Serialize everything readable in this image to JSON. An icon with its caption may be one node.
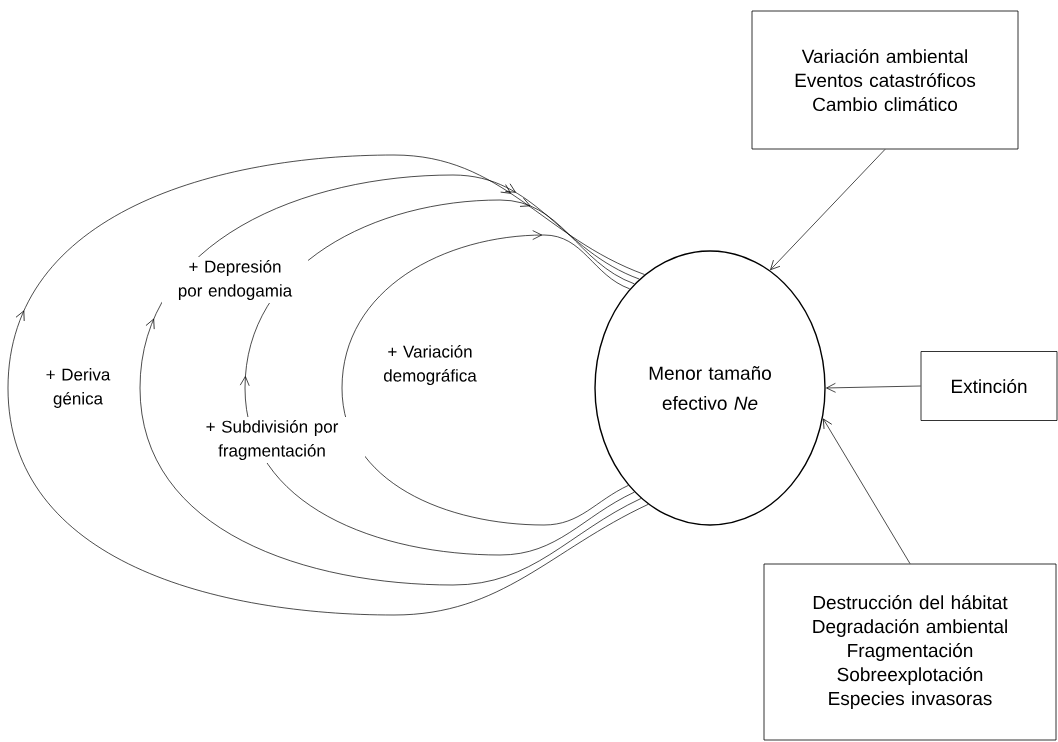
{
  "diagram": {
    "nodes": [
      {
        "text": [
          "Variación ambiental",
          "Eventos catastróficos",
          "Cambio climático"
        ]
      },
      {
        "text": [
          "Menor tamaño efectivo *Ne*"
        ]
      },
      {
        "text": [
          "Extinción"
        ]
      },
      {
        "text": [
          "Destrucción del hábitat",
          "Degradación ambiental",
          "Fragmentación",
          "Sobreexplotación",
          "Especies invasoras"
        ]
      }
    ],
    "edges": [
      {
        "from": 0,
        "to": 1,
        "arrow": "to"
      },
      {
        "from": 2,
        "to": 1,
        "arrow": "to"
      },
      {
        "from": 3,
        "to": 1,
        "arrow": "to"
      },
      {
        "from": 1,
        "to": 1,
        "arrow": "to",
        "label": "+ Deriva génica"
      },
      {
        "from": 1,
        "to": 1,
        "arrow": "to",
        "label": "+ Depresión por endogamia"
      },
      {
        "from": 1,
        "to": 1,
        "arrow": "to",
        "label": "+ Subdivisión por fragmentación"
      },
      {
        "from": 1,
        "to": 1,
        "arrow": "to",
        "label": "+ Variación demográfica"
      }
    ]
  }
}
